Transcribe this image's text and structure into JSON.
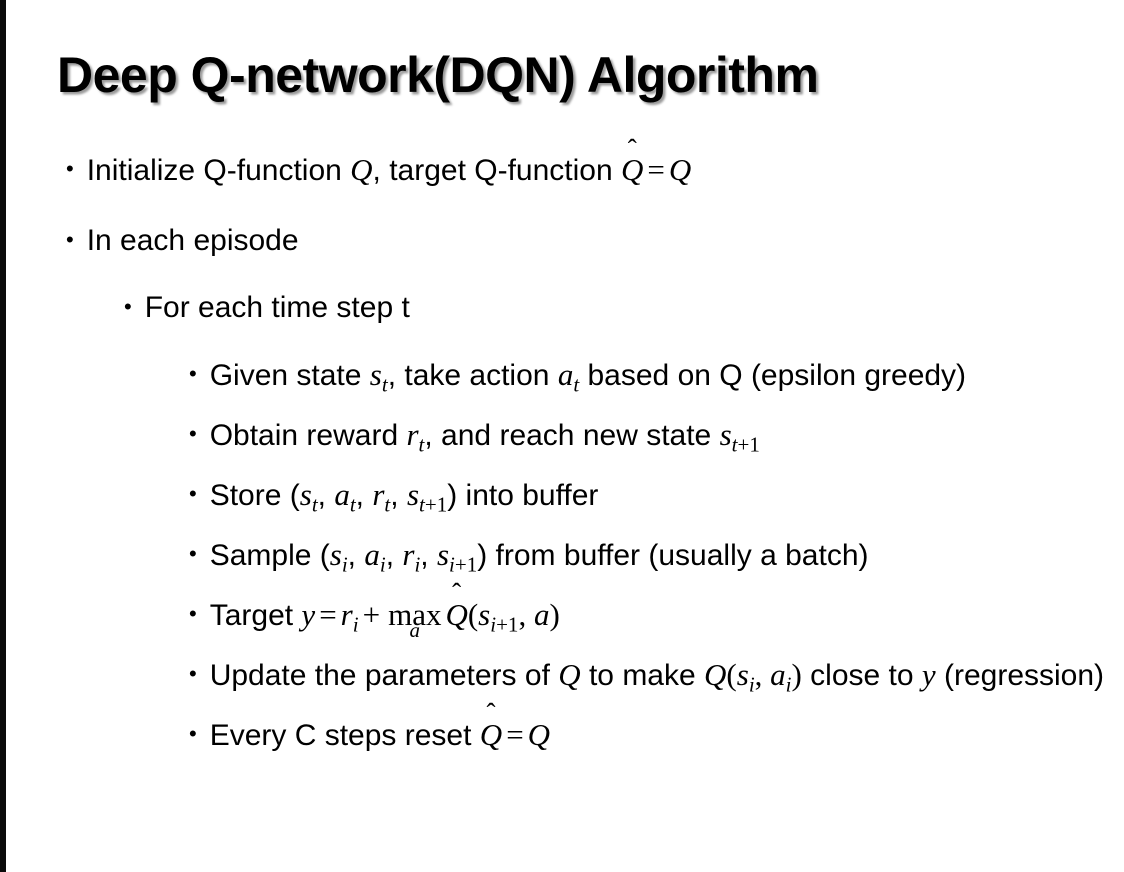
{
  "slide": {
    "title": "Deep Q-network(DQN) Algorithm",
    "background_color": "#ffffff",
    "text_color": "#000000",
    "left_edge_color": "#0b0b0b",
    "bullet_glyph": "•"
  },
  "content": {
    "b1": {
      "level": 1,
      "pre": "Initialize Q-function ",
      "sym_q1": "Q",
      "mid": ", target Q-function ",
      "sym_qhat": "Q",
      "hat": "̂",
      "equals": "=",
      "sym_q2": "Q"
    },
    "b2": {
      "level": 1,
      "text": "In each episode"
    },
    "b3": {
      "level": 2,
      "text": "For each time step t"
    },
    "b4": {
      "level": 3,
      "pre": "Given state ",
      "sym_s": "s",
      "sub_s": "t",
      "mid": ", take action ",
      "sym_a": "a",
      "sub_a": "t",
      "post": " based on Q (epsilon greedy)"
    },
    "b5": {
      "level": 3,
      "pre": "Obtain reward ",
      "sym_r": "r",
      "sub_r": "t",
      "mid": ", and reach new state ",
      "sym_s2": "s",
      "sub_s2": "t",
      "sub_s2_plus": "+1"
    },
    "b6": {
      "level": 3,
      "pre": "Store (",
      "sym_s": "s",
      "sub_s": "t",
      "c1": ", ",
      "sym_a": "a",
      "sub_a": "t",
      "c2": ", ",
      "sym_r": "r",
      "sub_r": "t",
      "c3": ", ",
      "sym_s2": "s",
      "sub_s2": "t",
      "sub_s2_plus": "+1",
      "post": ") into buffer"
    },
    "b7": {
      "level": 3,
      "pre": "Sample (",
      "sym_s": "s",
      "sub_s": "i",
      "c1": ", ",
      "sym_a": "a",
      "sub_a": "i",
      "c2": ", ",
      "sym_r": "r",
      "sub_r": "i",
      "c3": ", ",
      "sym_s2": "s",
      "sub_s2": "i",
      "sub_s2_plus": "+1",
      "post": ") from buffer (usually a batch)"
    },
    "b8": {
      "level": 3,
      "pre": "Target ",
      "sym_y": "y",
      "equals": "=",
      "sym_r": "r",
      "sub_r": "i",
      "plus": "+",
      "max_label": "max",
      "max_under": "a",
      "sym_qhat": "Q",
      "hat": "̂",
      "paren_open": "(",
      "sym_s": "s",
      "sub_s": "i",
      "sub_s_plus": "+1",
      "comma": ", ",
      "sym_a": "a",
      "paren_close": ")"
    },
    "b9": {
      "level": 3,
      "pre": "Update the parameters of ",
      "sym_q1": "Q",
      "mid": " to make ",
      "sym_q2": "Q",
      "paren_open": "(",
      "sym_s": "s",
      "sub_s": "i",
      "comma": ", ",
      "sym_a": "a",
      "sub_a": "i",
      "paren_close": ")",
      "post": " close to ",
      "sym_y": "y",
      "tail": " (regression)"
    },
    "b10": {
      "level": 3,
      "pre": "Every C steps reset ",
      "sym_qhat": "Q",
      "hat": "̂",
      "equals": "=",
      "sym_q": "Q"
    }
  }
}
